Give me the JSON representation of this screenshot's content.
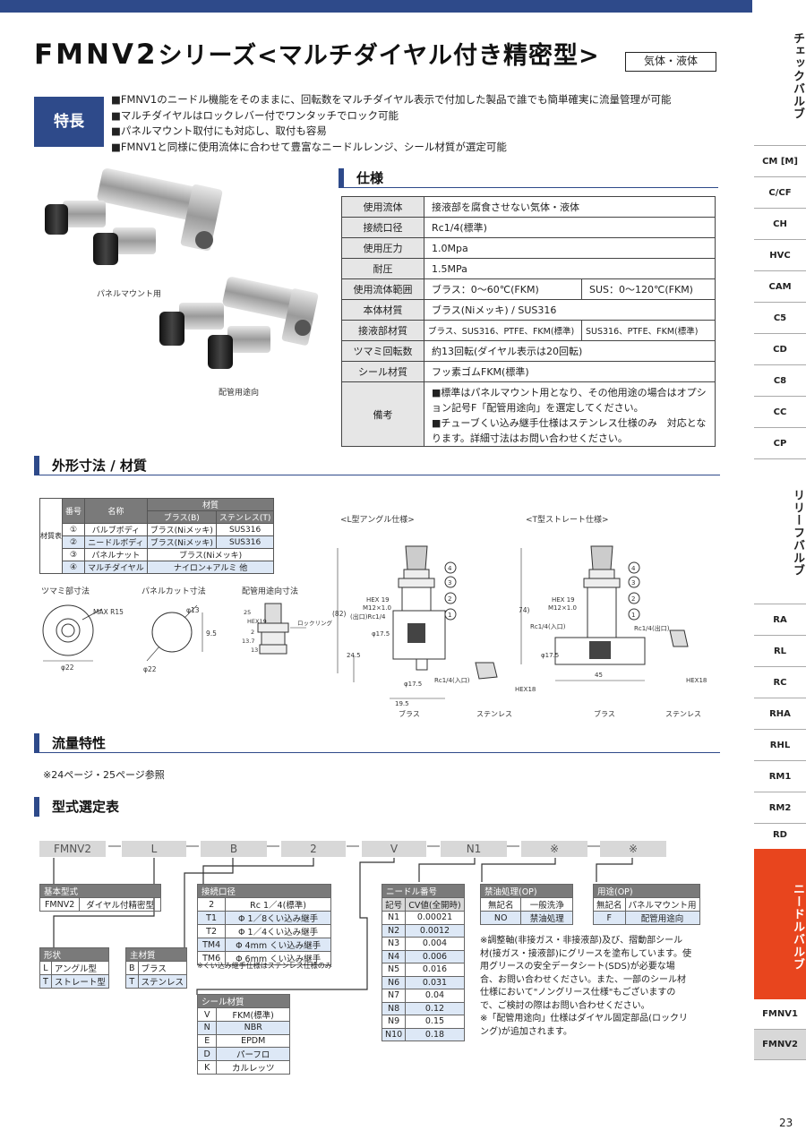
{
  "header": {
    "title_main": "FMNV2",
    "title_rest": "シリーズ<マルチダイヤル付き精密型>",
    "badge": "気体・液体"
  },
  "features": {
    "label": "特長",
    "items": [
      "■FMNV1のニードル機能をそのままに、回転数をマルチダイヤル表示で付加した製品で誰でも簡単確実に流量管理が可能",
      "■マルチダイヤルはロックレバー付でワンタッチでロック可能",
      "■パネルマウント取付にも対応し、取付も容易",
      "■FMNV1と同様に使用流体に合わせて豊富なニードルレンジ、シール材質が選定可能"
    ]
  },
  "photos": {
    "caption1": "パネルマウント用",
    "caption2": "配管用途向"
  },
  "spec": {
    "heading": "仕様",
    "rows": [
      {
        "label": "使用流体",
        "value": "接液部を腐食させない気体・液体"
      },
      {
        "label": "接続口径",
        "value": "Rc1/4(標準)"
      },
      {
        "label": "使用圧力",
        "value": "1.0Mpa"
      },
      {
        "label": "耐圧",
        "value": "1.5MPa"
      },
      {
        "label": "使用流体範囲",
        "value": "ブラス：0～60℃(FKM)",
        "value2": "SUS：0～120℃(FKM)"
      },
      {
        "label": "本体材質",
        "value": "ブラス(Niメッキ) / SUS316"
      },
      {
        "label": "接液部材質",
        "value": "ブラス、SUS316、PTFE、FKM(標準)",
        "value2": "SUS316、PTFE、FKM(標準)"
      },
      {
        "label": "ツマミ回転数",
        "value": "約13回転(ダイヤル表示は20回転)"
      },
      {
        "label": "シール材質",
        "value": "フッ素ゴムFKM(標準)"
      }
    ],
    "notes_label": "備考",
    "notes": [
      "■標準はパネルマウント用となり、その他用途の場合はオプション記号F「配管用途向」を選定してください。",
      "■チューブくい込み継手仕様はステンレス仕様のみ　対応となります。詳細寸法はお問い合わせください。"
    ]
  },
  "dimensions": {
    "heading": "外形寸法 / 材質",
    "material_table": {
      "side_label": "材質表",
      "headers": {
        "no": "番号",
        "name": "名称",
        "material": "材質",
        "brass": "ブラス(B)",
        "stainless": "ステンレス(T)"
      },
      "rows": [
        {
          "no": "①",
          "name": "バルブボディ",
          "brass": "ブラス(Niメッキ)",
          "stainless": "SUS316"
        },
        {
          "no": "②",
          "name": "ニードルボディ",
          "brass": "ブラス(Niメッキ)",
          "stainless": "SUS316"
        },
        {
          "no": "③",
          "name": "パネルナット",
          "both": "ブラス(Niメッキ)"
        },
        {
          "no": "④",
          "name": "マルチダイヤル",
          "both": "ナイロン+アルミ 他"
        }
      ]
    },
    "captions": {
      "knob": "ツマミ部寸法",
      "panel": "パネルカット寸法",
      "piping": "配管用途向寸法",
      "l_type": "<L型アングル仕様>",
      "t_type": "<T型ストレート仕様>",
      "brass": "ブラス",
      "stainless": "ステンレス"
    },
    "labels": {
      "max_r": "MAX R15",
      "d22": "φ22",
      "d13": "φ13",
      "d22b": "φ22",
      "d95": "9.5",
      "hex19": "HEX 19",
      "m12": "M12×1.0",
      "rc_out": "(出口)Rc1/4",
      "rc_in": "Rc1/4(入口)",
      "rc_in2": "Rc1/4(入口)",
      "rc_out2": "Rc1/4(出口)",
      "d175": "φ17.5",
      "d82": "(82)",
      "d74": "(74)",
      "d245": "24.5",
      "d195": "19.5",
      "d45": "45",
      "hex18": "HEX18",
      "lock": "ロックリング",
      "p25": "25",
      "p13": "13",
      "p137": "13.7",
      "p2": "2",
      "phex": "HEX19"
    }
  },
  "flow": {
    "heading": "流量特性",
    "note": "※24ページ・25ページ参照"
  },
  "selection": {
    "heading": "型式選定表",
    "model": [
      "FMNV2",
      "L",
      "B",
      "2",
      "V",
      "N1",
      "※",
      "※"
    ],
    "base": {
      "title": "基本型式",
      "code": "FMNV2",
      "desc": "ダイヤル付精密型"
    },
    "shape": {
      "title": "形状",
      "rows": [
        [
          "L",
          "アングル型"
        ],
        [
          "T",
          "ストレート型"
        ]
      ]
    },
    "material": {
      "title": "主材質",
      "rows": [
        [
          "B",
          "ブラス"
        ],
        [
          "T",
          "ステンレス"
        ]
      ]
    },
    "port": {
      "title": "接続口径",
      "rows": [
        [
          "2",
          "Rc 1／4(標準)"
        ],
        [
          "T1",
          "Φ 1／8くい込み継手"
        ],
        [
          "T2",
          "Φ 1／4くい込み継手"
        ],
        [
          "TM4",
          "Φ 4mm くい込み継手"
        ],
        [
          "TM6",
          "Φ 6mm くい込み継手"
        ]
      ],
      "note": "※くい込み継手仕様はステンレス仕様のみ"
    },
    "seal": {
      "title": "シール材質",
      "rows": [
        [
          "V",
          "FKM(標準)"
        ],
        [
          "N",
          "NBR"
        ],
        [
          "E",
          "EPDM"
        ],
        [
          "D",
          "パーフロ"
        ],
        [
          "K",
          "カルレッツ"
        ]
      ]
    },
    "needle": {
      "title": "ニードル番号",
      "headers": [
        "記号",
        "CV値(全開時)"
      ],
      "rows": [
        [
          "N1",
          "0.00021"
        ],
        [
          "N2",
          "0.0012"
        ],
        [
          "N3",
          "0.004"
        ],
        [
          "N4",
          "0.006"
        ],
        [
          "N5",
          "0.016"
        ],
        [
          "N6",
          "0.031"
        ],
        [
          "N7",
          "0.04"
        ],
        [
          "N8",
          "0.12"
        ],
        [
          "N9",
          "0.15"
        ],
        [
          "N10",
          "0.18"
        ]
      ]
    },
    "prohibit": {
      "title": "禁油処理(OP)",
      "rows": [
        [
          "無記名",
          "一般洗浄"
        ],
        [
          "NO",
          "禁油処理"
        ]
      ]
    },
    "usage": {
      "title": "用途(OP)",
      "rows": [
        [
          "無記名",
          "パネルマウント用"
        ],
        [
          "F",
          "配管用途向"
        ]
      ]
    },
    "notes": [
      "※調整軸(非接ガス・非接液部)及び、摺動部シール材(接ガス・接液部)にグリースを塗布しています。使用グリースの安全データシート(SDS)が必要な場合、お問い合わせください。また、一部のシール材仕様において\"ノングリース仕様\"もございますので、ご検討の際はお問い合わせください。",
      "※「配管用途向」仕様はダイヤル固定部品(ロックリング)が追加されます。"
    ]
  },
  "sidebar": {
    "check_valve": "チェックバルブ",
    "items1": [
      "CM [M]",
      "C/CF",
      "CH",
      "HVC",
      "CAM",
      "C5",
      "CD",
      "C8",
      "CC",
      "CP"
    ],
    "relief_valve": "リリーフバルブ",
    "items2": [
      "RA",
      "RL",
      "RC",
      "RHA",
      "RHL",
      "RM1",
      "RM2",
      "RD"
    ],
    "needle_valve": "ニードルバルブ",
    "items3": [
      "FMNV1",
      "FMNV2"
    ]
  },
  "page_number": "23",
  "colors": {
    "accent": "#2e4a8a",
    "active_tab": "#e8451e",
    "highlight": "#dde8f6"
  }
}
